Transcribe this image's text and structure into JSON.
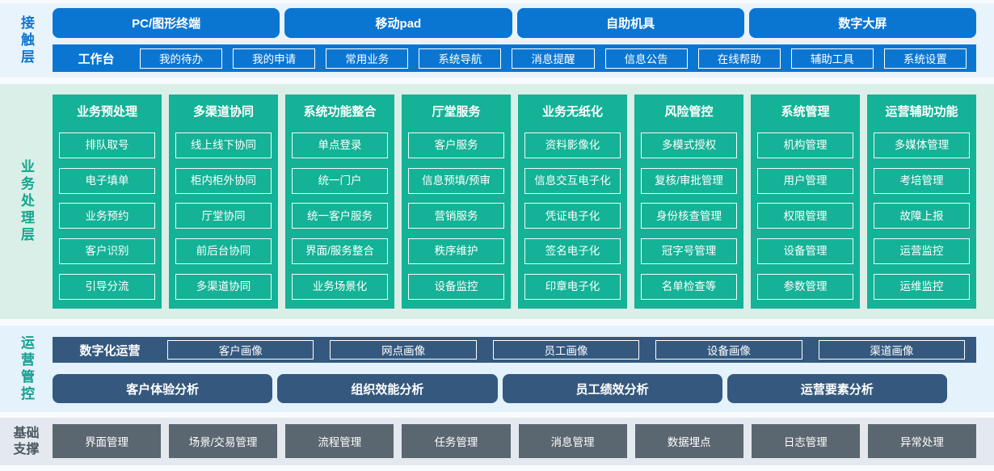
{
  "colors": {
    "primary_blue": "#0b76d2",
    "teal_green": "#14b296",
    "dark_navy": "#35597e",
    "slate_gray": "#5a6670"
  },
  "contact_layer": {
    "label": "接触层",
    "terminals": [
      "PC/图形终端",
      "移动pad",
      "自助机具",
      "数字大屏"
    ],
    "workbench": {
      "label": "工作台",
      "items": [
        "我的待办",
        "我的申请",
        "常用业务",
        "系统导航",
        "消息提醒",
        "信息公告",
        "在线帮助",
        "辅助工具",
        "系统设置"
      ]
    }
  },
  "business_layer": {
    "label": "业务处理层",
    "columns": [
      {
        "title": "业务预处理",
        "items": [
          "排队取号",
          "电子填单",
          "业务预约",
          "客户识别",
          "引导分流"
        ]
      },
      {
        "title": "多渠道协同",
        "items": [
          "线上线下协同",
          "柜内柜外协同",
          "厅堂协同",
          "前后台协同",
          "多渠道协同"
        ]
      },
      {
        "title": "系统功能整合",
        "items": [
          "单点登录",
          "统一门户",
          "统一客户服务",
          "界面/服务整合",
          "业务场景化"
        ]
      },
      {
        "title": "厅堂服务",
        "items": [
          "客户服务",
          "信息预填/预审",
          "营销服务",
          "秩序维护",
          "设备监控"
        ]
      },
      {
        "title": "业务无纸化",
        "items": [
          "资料影像化",
          "信息交互电子化",
          "凭证电子化",
          "签名电子化",
          "印章电子化"
        ]
      },
      {
        "title": "风险管控",
        "items": [
          "多模式授权",
          "复核/审批管理",
          "身份核查管理",
          "冠字号管理",
          "名单检查等"
        ]
      },
      {
        "title": "系统管理",
        "items": [
          "机构管理",
          "用户管理",
          "权限管理",
          "设备管理",
          "参数管理"
        ]
      },
      {
        "title": "运营辅助功能",
        "items": [
          "多媒体管理",
          "考培管理",
          "故障上报",
          "运营监控",
          "运维监控"
        ]
      }
    ]
  },
  "operation_layer": {
    "label": "运营管控",
    "digital_operation": {
      "label": "数字化运营",
      "items": [
        "客户画像",
        "网点画像",
        "员工画像",
        "设备画像",
        "渠道画像"
      ]
    },
    "analysis_items": [
      "客户体验分析",
      "组织效能分析",
      "员工绩效分析",
      "运营要素分析"
    ]
  },
  "foundation_layer": {
    "label": "基础支撑",
    "items": [
      "界面管理",
      "场景/交易管理",
      "流程管理",
      "任务管理",
      "消息管理",
      "数据埋点",
      "日志管理",
      "异常处理"
    ]
  }
}
